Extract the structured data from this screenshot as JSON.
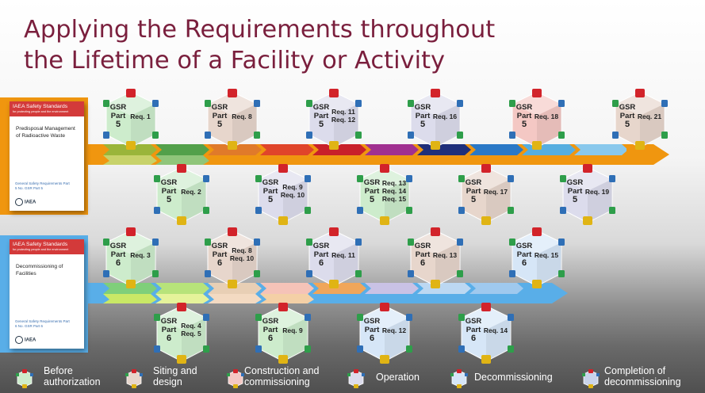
{
  "title": {
    "line1": "Applying the Requirements throughout",
    "line2": "the Lifetime of a Facility or Activity"
  },
  "books": [
    {
      "header": "IAEA Safety Standards",
      "tagline": "for protecting people and the environment",
      "name": "Predisposal Management of Radioactive Waste",
      "req": "General Safety Requirements Part 5 No. GSR Part 5",
      "logo": "IAEA",
      "color": "#d33a3a"
    },
    {
      "header": "IAEA Safety Standards",
      "tagline": "for protecting people and the environment",
      "name": "Decommissioning of Facilities",
      "req": "General Safety Requirements Part 6 No. GSR Part 6",
      "logo": "IAEA",
      "color": "#d33a3a"
    }
  ],
  "hexes": [
    {
      "gsr": "GSR",
      "part": "Part",
      "num": "5",
      "req1": "Req. 1",
      "req2": "",
      "req3": "",
      "color": "#cdeccc"
    },
    {
      "gsr": "GSR",
      "part": "Part",
      "num": "5",
      "req1": "Req. 2",
      "req2": "",
      "req3": "",
      "color": "#cdeccc"
    },
    {
      "gsr": "GSR",
      "part": "Part",
      "num": "5",
      "req1": "Req. 8",
      "req2": "",
      "req3": "",
      "color": "#e7d6cc"
    },
    {
      "gsr": "GSR",
      "part": "Part",
      "num": "5",
      "req1": "Req. 9",
      "req2": "Req. 10",
      "req3": "",
      "color": "#dcdcec"
    },
    {
      "gsr": "GSR",
      "part": "Part",
      "num": "5",
      "req1": "Req. 11",
      "req2": "Req. 12",
      "req3": "",
      "color": "#dcdcec"
    },
    {
      "gsr": "GSR",
      "part": "Part",
      "num": "5",
      "req1": "Req. 13",
      "req2": "Req. 14",
      "req3": "Req. 15",
      "color": "#cdeccc"
    },
    {
      "gsr": "GSR",
      "part": "Part",
      "num": "5",
      "req1": "Req. 16",
      "req2": "",
      "req3": "",
      "color": "#dcdcec"
    },
    {
      "gsr": "GSR",
      "part": "Part",
      "num": "5",
      "req1": "Req. 17",
      "req2": "",
      "req3": "",
      "color": "#e7d6cc"
    },
    {
      "gsr": "GSR",
      "part": "Part",
      "num": "5",
      "req1": "Req. 18",
      "req2": "",
      "req3": "",
      "color": "#f4c8c4"
    },
    {
      "gsr": "GSR",
      "part": "Part",
      "num": "5",
      "req1": "Req. 19",
      "req2": "",
      "req3": "",
      "color": "#dcdcec"
    },
    {
      "gsr": "GSR",
      "part": "Part",
      "num": "5",
      "req1": "Req. 21",
      "req2": "",
      "req3": "",
      "color": "#e7d6cc"
    },
    {
      "gsr": "GSR",
      "part": "Part",
      "num": "6",
      "req1": "Req. 3",
      "req2": "",
      "req3": "",
      "color": "#cdeccc"
    },
    {
      "gsr": "GSR",
      "part": "Part",
      "num": "6",
      "req1": "Req. 4",
      "req2": "Req. 5",
      "req3": "",
      "color": "#cdeccc"
    },
    {
      "gsr": "GSR",
      "part": "Part",
      "num": "6",
      "req1": "Req. 8",
      "req2": "Req. 10",
      "req3": "",
      "color": "#e7d6cc"
    },
    {
      "gsr": "GSR",
      "part": "Part",
      "num": "6",
      "req1": "Req. 9",
      "req2": "",
      "req3": "",
      "color": "#cdeccc"
    },
    {
      "gsr": "GSR",
      "part": "Part",
      "num": "6",
      "req1": "Req. 11",
      "req2": "",
      "req3": "",
      "color": "#dcdcec"
    },
    {
      "gsr": "GSR",
      "part": "Part",
      "num": "6",
      "req1": "Req. 12",
      "req2": "",
      "req3": "",
      "color": "#d6e6f7"
    },
    {
      "gsr": "GSR",
      "part": "Part",
      "num": "6",
      "req1": "Req. 13",
      "req2": "",
      "req3": "",
      "color": "#e7d6cc"
    },
    {
      "gsr": "GSR",
      "part": "Part",
      "num": "6",
      "req1": "Req. 14",
      "req2": "",
      "req3": "",
      "color": "#d6e6f7"
    },
    {
      "gsr": "GSR",
      "part": "Part",
      "num": "6",
      "req1": "Req. 15",
      "req2": "",
      "req3": "",
      "color": "#d6e6f7"
    }
  ],
  "legend": [
    {
      "line1": "Before",
      "line2": "authorization",
      "color": "#cdeccc"
    },
    {
      "line1": "Siting and",
      "line2": "design",
      "color": "#e7d6cc"
    },
    {
      "line1": "Construction and",
      "line2": "commissioning",
      "color": "#f4c8c4"
    },
    {
      "line1": "Operation",
      "line2": "",
      "color": "#dcdcec"
    },
    {
      "line1": "Decommissioning",
      "line2": "",
      "color": "#d6e6f7"
    },
    {
      "line1": "Completion of",
      "line2": "decommissioning",
      "color": "#c9d3ea"
    }
  ],
  "colors": {
    "title": "#7a1f3d",
    "arrow_top": "#f0960f",
    "arrow_bottom": "#59aee8",
    "cube_top": "#d2232a",
    "cube_bottom": "#e0b414",
    "cube_corner_green": "#2e9e4a",
    "cube_corner_blue": "#2f6fb6"
  }
}
